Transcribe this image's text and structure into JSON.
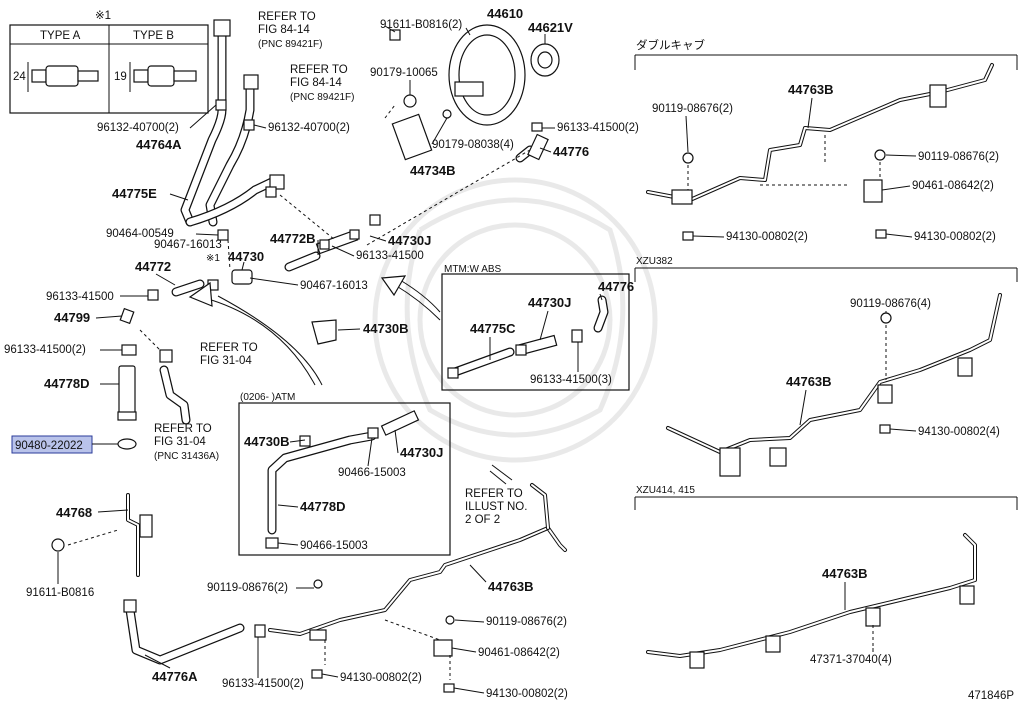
{
  "diagram": {
    "figure_code": "471846P",
    "type_table": {
      "note_mark": "※1",
      "col_a": "TYPE A",
      "col_b": "TYPE B",
      "dim_a": "24",
      "dim_b": "19"
    },
    "refs": {
      "ref_84_14_a": "REFER TO",
      "ref_84_14_a2": "FIG 84-14",
      "ref_84_14_a3": "(PNC 89421F)",
      "ref_84_14_b": "REFER TO",
      "ref_84_14_b2": "FIG 84-14",
      "ref_84_14_b3": "(PNC 89421F)",
      "ref_31_04_a": "REFER TO",
      "ref_31_04_a2": "FIG 31-04",
      "ref_31_04_b": "REFER TO",
      "ref_31_04_b2": "FIG 31-04",
      "ref_31_04_b3": "(PNC 31436A)",
      "ref_illust": "REFER TO",
      "ref_illust2": "ILLUST NO.",
      "ref_illust3": "2 OF 2"
    },
    "insets": {
      "mtm_title": "MTM:W ABS",
      "atm_title": "(0206-     )ATM",
      "double_cab": "ダブルキャブ",
      "xzu382": "XZU382",
      "xzu414": "XZU414, 415"
    },
    "labels": {
      "p44610": "44610",
      "p44621v": "44621V",
      "p91611_b0816_2": "91611-B0816(2)",
      "p90179_10065": "90179-10065",
      "p90179_08038": "90179-08038(4)",
      "p96133_41500_2a": "96133-41500(2)",
      "p44776": "44776",
      "p44734b": "44734B",
      "p96132_40700_2b": "96132-40700(2)",
      "p96132_40700_2a": "96132-40700(2)",
      "p44764a": "44764A",
      "p44775e": "44775E",
      "p90464_00549": "90464-00549",
      "p90467_16013a": "90467-16013",
      "p44772b": "44772B",
      "p44730j": "44730J",
      "p96133_41500a": "96133-41500",
      "p44730": "44730",
      "p44730_mark": "※1",
      "p44772": "44772",
      "p90467_16013b": "90467-16013",
      "p96133_41500b": "96133-41500",
      "p44799": "44799",
      "p44730b": "44730B",
      "p96133_41500_2b": "96133-41500(2)",
      "p44778d": "44778D",
      "p90480_22022": "90480-22022",
      "p44768": "44768",
      "p91611_b0816": "91611-B0816",
      "p44776a": "44776A",
      "p90119_08676_2c": "90119-08676(2)",
      "p44763b_main": "44763B",
      "p90119_08676_2d": "90119-08676(2)",
      "p90461_08642_2b": "90461-08642(2)",
      "p96133_41500_2c": "96133-41500(2)",
      "p94130_00802_2c": "94130-00802(2)",
      "p94130_00802_2d": "94130-00802(2)",
      "mtm_44776": "44776",
      "mtm_44730j": "44730J",
      "mtm_44775c": "44775C",
      "mtm_96133": "96133-41500(3)",
      "atm_44730b": "44730B",
      "atm_44730j": "44730J",
      "atm_90466a": "90466-15003",
      "atm_44778d": "44778D",
      "atm_90466b": "90466-15003",
      "dc_44763b": "44763B",
      "dc_90119a": "90119-08676(2)",
      "dc_90119b": "90119-08676(2)",
      "dc_90461": "90461-08642(2)",
      "dc_94130a": "94130-00802(2)",
      "dc_94130b": "94130-00802(2)",
      "x382_90119": "90119-08676(4)",
      "x382_44763b": "44763B",
      "x382_94130": "94130-00802(4)",
      "x414_44763b": "44763B",
      "x414_47371": "47371-37040(4)"
    },
    "highlight_color": "#b9c3ea"
  }
}
